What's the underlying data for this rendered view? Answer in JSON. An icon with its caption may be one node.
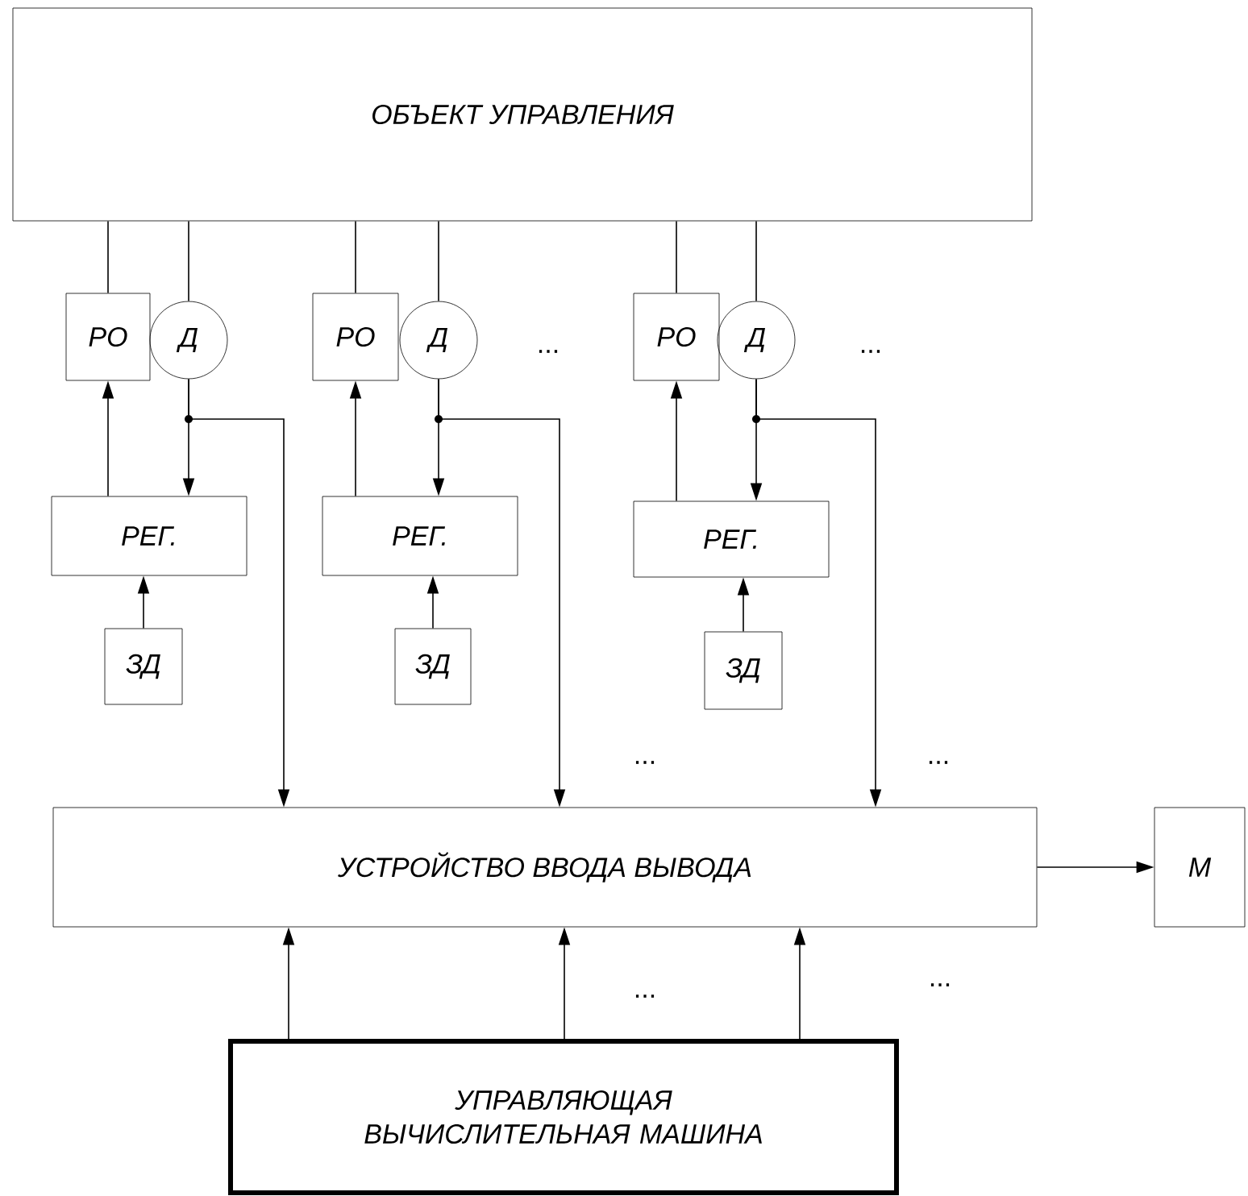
{
  "diagram": {
    "nodes": [
      {
        "text": [
          "ОБЪЕКТ УПРАВЛЕНИЯ"
        ]
      },
      {
        "text": [
          "РО"
        ]
      },
      {
        "text": [
          "Д"
        ]
      },
      {
        "text": [
          "РЕГ."
        ]
      },
      {
        "text": [
          "ЗД"
        ]
      },
      {
        "text": [
          "РО"
        ]
      },
      {
        "text": [
          "Д"
        ]
      },
      {
        "text": [
          "РЕГ."
        ]
      },
      {
        "text": [
          "ЗД"
        ]
      },
      {
        "text": [
          "РО"
        ]
      },
      {
        "text": [
          "Д"
        ]
      },
      {
        "text": [
          "РЕГ."
        ]
      },
      {
        "text": [
          "ЗД"
        ]
      },
      {
        "text": [
          "УСТРОЙСТВО ВВОДА ВЫВОДА"
        ]
      },
      {
        "text": [
          "М"
        ]
      },
      {
        "text": [
          "УПРАВЛЯЮЩАЯ ВЫЧИСЛИТЕЛЬНАЯ МАШИНА"
        ]
      }
    ],
    "edges": [
      {
        "from": 0,
        "to": 1,
        "arrow": "none"
      },
      {
        "from": 0,
        "to": 2,
        "arrow": "none"
      },
      {
        "from": 3,
        "to": 1,
        "arrow": "to"
      },
      {
        "from": 2,
        "to": 3,
        "arrow": "to"
      },
      {
        "from": 4,
        "to": 3,
        "arrow": "to"
      },
      {
        "from": 2,
        "to": 13,
        "arrow": "to"
      },
      {
        "from": 0,
        "to": 5,
        "arrow": "none"
      },
      {
        "from": 0,
        "to": 6,
        "arrow": "none"
      },
      {
        "from": 7,
        "to": 5,
        "arrow": "to"
      },
      {
        "from": 6,
        "to": 7,
        "arrow": "to"
      },
      {
        "from": 8,
        "to": 7,
        "arrow": "to"
      },
      {
        "from": 6,
        "to": 13,
        "arrow": "to"
      },
      {
        "from": 0,
        "to": 9,
        "arrow": "none"
      },
      {
        "from": 0,
        "to": 10,
        "arrow": "none"
      },
      {
        "from": 11,
        "to": 9,
        "arrow": "to"
      },
      {
        "from": 10,
        "to": 11,
        "arrow": "to"
      },
      {
        "from": 12,
        "to": 11,
        "arrow": "to"
      },
      {
        "from": 10,
        "to": 13,
        "arrow": "to"
      },
      {
        "from": 13,
        "to": 14,
        "arrow": "to"
      },
      {
        "from": 15,
        "to": 13,
        "arrow": "to"
      },
      {
        "from": 15,
        "to": 13,
        "arrow": "to"
      },
      {
        "from": 15,
        "to": 13,
        "arrow": "to"
      }
    ],
    "labels": [
      "...",
      "...",
      "...",
      "...",
      "...",
      "..."
    ]
  }
}
